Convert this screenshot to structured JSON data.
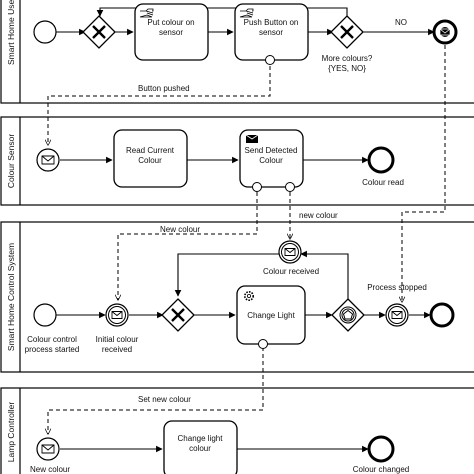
{
  "lanes": {
    "smart_home_user": "Smart Home User",
    "colour_sensor": "Colour Sensor",
    "control_system": "Smart Home Control System",
    "lamp_controller": "Lamp Controller"
  },
  "tasks": {
    "put_colour": "Put colour on sensor",
    "push_button": "Push Button on sensor",
    "read_colour": "Read Current Colour",
    "send_colour": "Send Detected Colour",
    "change_light": "Change Light",
    "change_lamp": "Change light colour"
  },
  "events": {
    "colour_read": "Colour read",
    "colour_received": "Colour received",
    "process_started": "Colour control process started",
    "initial_colour": "Initial colour received",
    "process_stopped": "Process stopped",
    "new_colour_end": "New colour",
    "colour_changed": "Colour changed"
  },
  "gateways": {
    "more_colours": "More colours?",
    "more_colours_options": "{YES, NO}"
  },
  "flows": {
    "no": "NO",
    "button_pushed": "Button pushed",
    "new_colour_a": "New colour",
    "new_colour_b": "new colour",
    "set_new_colour": "Set new colour"
  },
  "colors": {
    "stroke": "#000000",
    "fill": "#ffffff"
  }
}
